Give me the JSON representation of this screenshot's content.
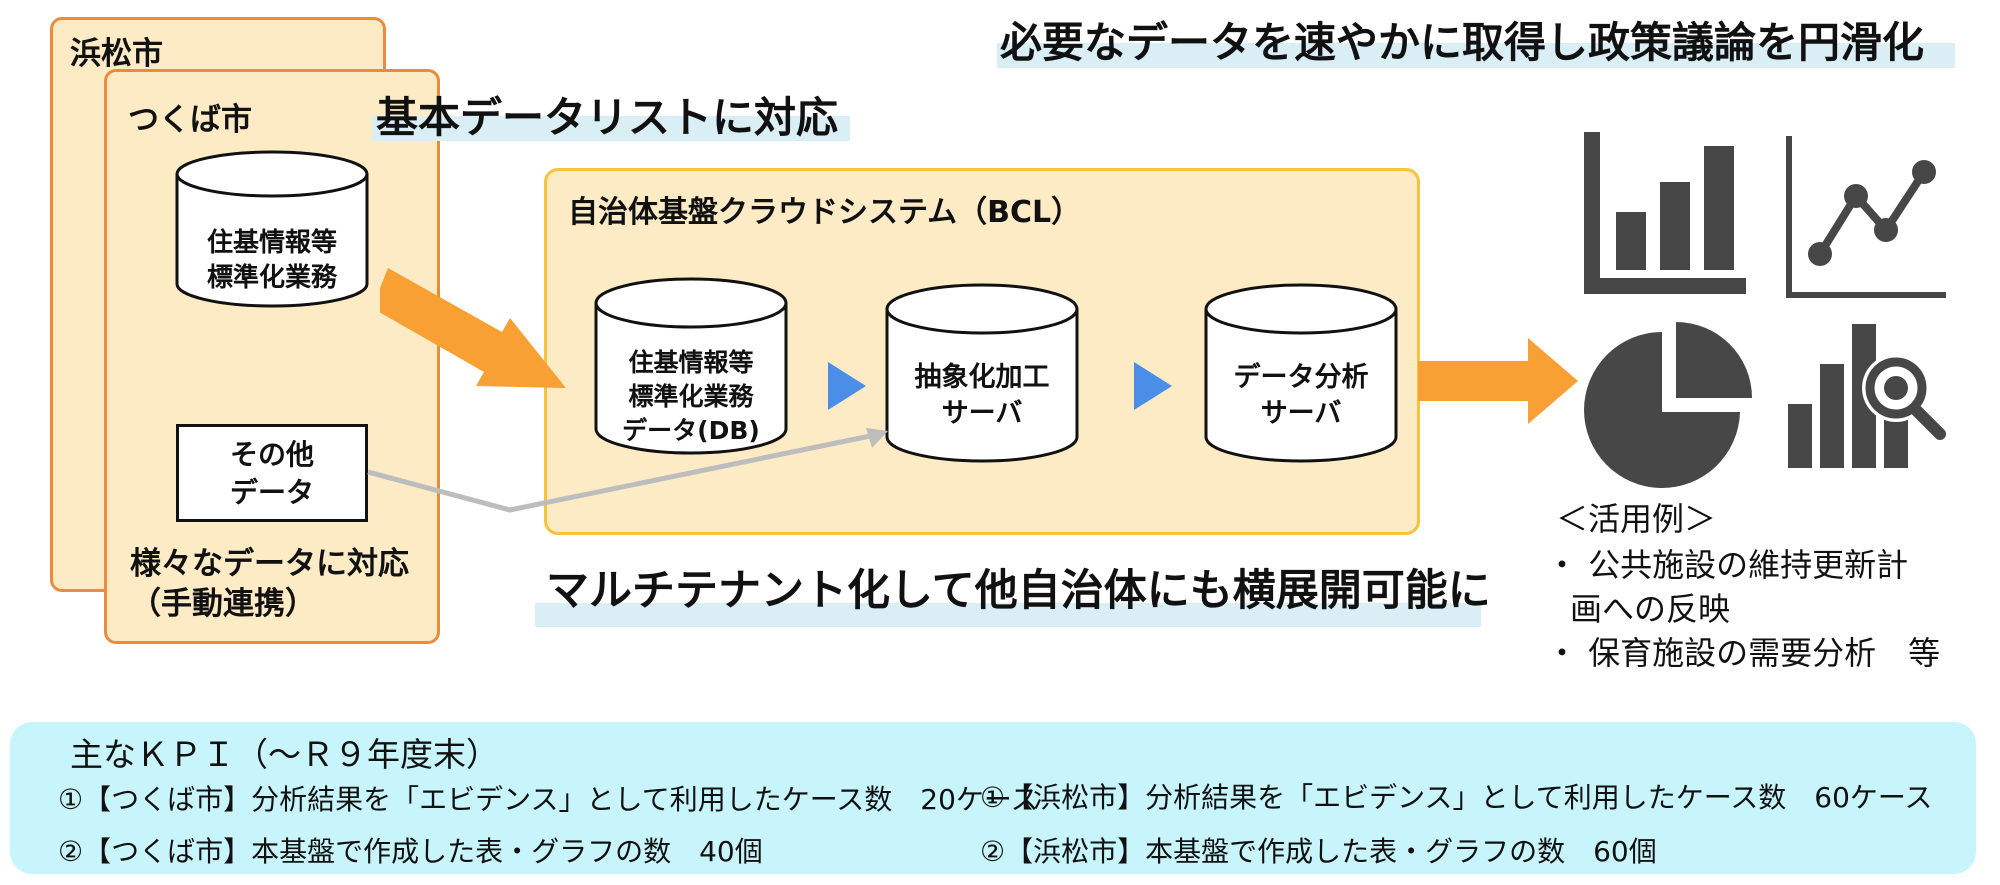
{
  "cities": {
    "hamamatsu": "浜松市",
    "tsukuba": "つくば市"
  },
  "headlines": {
    "top_right": "必要なデータを速やかに取得し政策議論を円滑化",
    "basic_data": "基本データリストに対応",
    "multitenant": "マルチテナント化して他自治体にも横展開可能に"
  },
  "local": {
    "db_label_lines": [
      "住基情報等",
      "標準化業務"
    ],
    "other_data_lines": [
      "その他",
      "データ"
    ],
    "various_lines": [
      "様々なデータに対応",
      "（手動連携）"
    ]
  },
  "bcl": {
    "title": "自治体基盤クラウドシステム（BCL）",
    "db_lines": [
      "住基情報等",
      "標準化業務",
      "データ(DB)"
    ],
    "abstraction_lines": [
      "抽象化加工",
      "サーバ"
    ],
    "analysis_lines": [
      "データ分析",
      "サーバ"
    ]
  },
  "usage": {
    "heading": "＜活用例＞",
    "lines": [
      "・ 公共施設の維持更新計",
      "画への反映",
      "・ 保育施設の需要分析　等"
    ]
  },
  "icons": [
    "bar-chart-icon",
    "line-chart-icon",
    "pie-chart-icon",
    "chart-search-icon"
  ],
  "kpi": {
    "title": "主なＫＰＩ（～Ｒ９年度末）",
    "left": [
      "①【つくば市】分析結果を「エビデンス」として利用したケース数　20ケース",
      "②【つくば市】本基盤で作成した表・グラフの数　40個"
    ],
    "right": [
      "①【浜松市】分析結果を「エビデンス」として利用したケース数　60ケース",
      "②【浜松市】本基盤で作成した表・グラフの数　60個"
    ]
  },
  "colors": {
    "city_fill": "#fdebc6",
    "city_border": "#ec8b3b",
    "bcl_border": "#f7c23c",
    "arrow_orange": "#f9a035",
    "triangle_blue": "#4a8ee8",
    "kpi_fill": "#c7f5fb",
    "icon_gray": "#474747"
  }
}
